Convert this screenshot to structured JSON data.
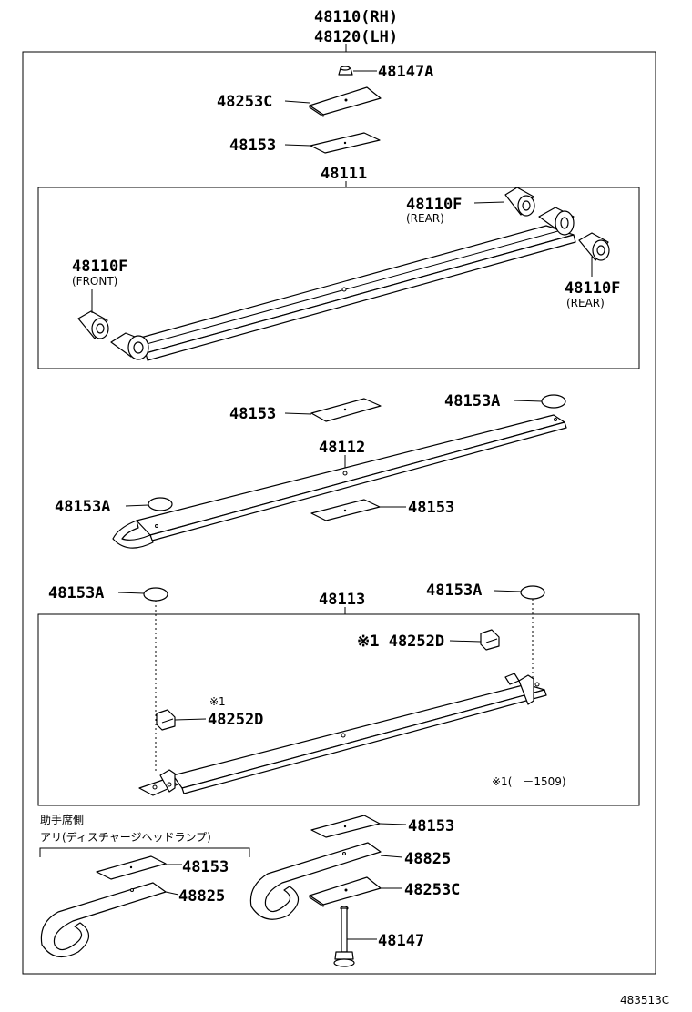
{
  "header": {
    "line1": "48110(RH)",
    "line2": "48120(LH)"
  },
  "labels": {
    "p48147A": "48147A",
    "p48253C_top": "48253C",
    "p48153_top": "48153",
    "p48111": "48111",
    "p48110F_rear_top": "48110F",
    "rear_top_note": "(REAR)",
    "p48110F_front": "48110F",
    "front_note": "(FRONT)",
    "p48110F_rear_right": "48110F",
    "rear_right_note": "(REAR)",
    "p48153_mid": "48153",
    "p48153A_right": "48153A",
    "p48112": "48112",
    "p48153A_left": "48153A",
    "p48153_mid2": "48153",
    "p48153A_lowleft": "48153A",
    "p48113": "48113",
    "p48153A_lowright": "48153A",
    "p48252D_top": "※1 48252D",
    "note_x1": "※1",
    "p48252D_left": "48252D",
    "range_note": "※1(　－1509)",
    "jp_line1": "助手席側",
    "jp_line2": "アリ(ディスチャージヘッドランプ)",
    "p48153_bl": "48153",
    "p48825_bl": "48825",
    "p48153_br": "48153",
    "p48825_br": "48825",
    "p48253C_br": "48253C",
    "p48147": "48147",
    "footer_code": "483513C"
  }
}
